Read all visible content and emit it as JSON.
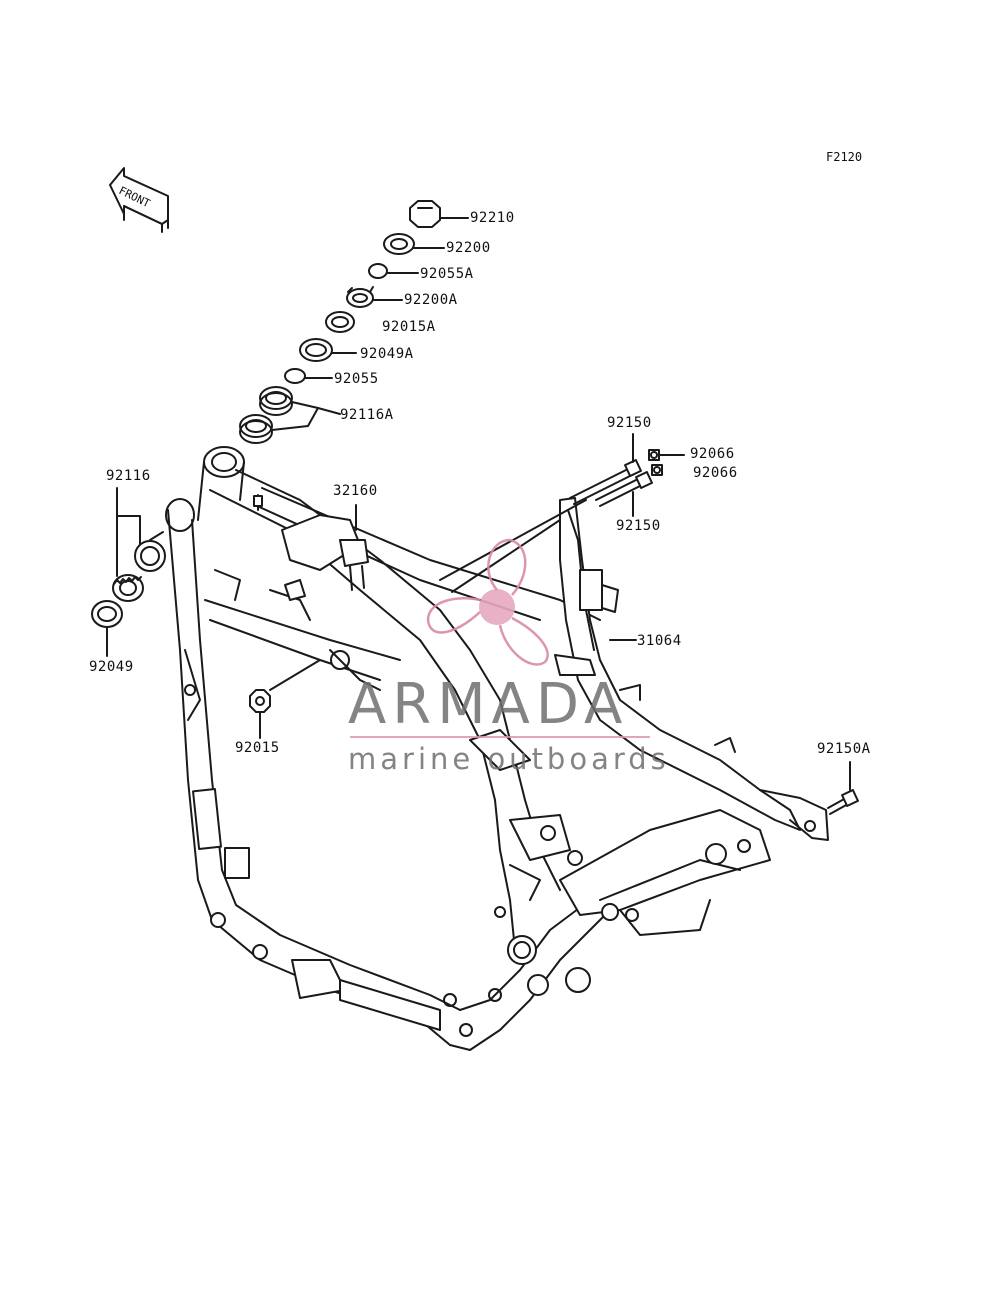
{
  "figure_code": "F2120",
  "front_label": "FRONT",
  "labels": {
    "p92210": "92210",
    "p92200": "92200",
    "p92055a": "92055A",
    "p92200a": "92200A",
    "p92015a": "92015A",
    "p92049a": "92049A",
    "p92055": "92055",
    "p92116a": "92116A",
    "p92116": "92116",
    "p92049": "92049",
    "p32160": "32160",
    "p92015": "92015",
    "p92150_top": "92150",
    "p92066_a": "92066",
    "p92066_b": "92066",
    "p92150_bottom": "92150",
    "p31064": "31064",
    "p92150a": "92150A"
  },
  "watermark": {
    "title": "ARMADA",
    "subtitle": "marine outboards",
    "accent_color": "#d98aa8"
  },
  "colors": {
    "line": "#1a1a1a",
    "background": "#ffffff"
  }
}
